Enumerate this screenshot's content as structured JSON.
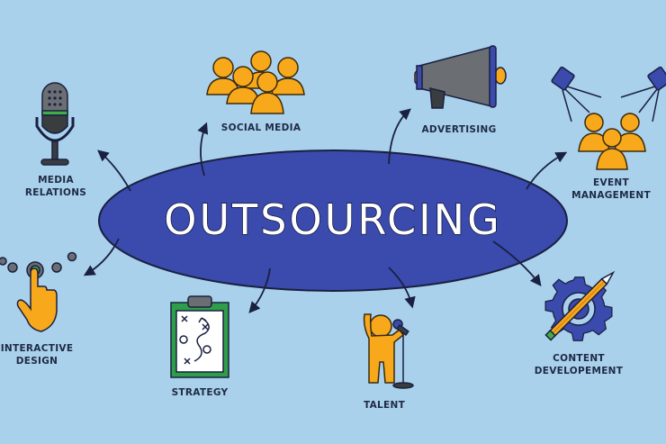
{
  "diagram": {
    "title": "OUTSOURCING",
    "colors": {
      "background": "#a9d1ec",
      "ellipse_fill": "#3a4aad",
      "ellipse_stroke": "#1a2040",
      "title_text": "#ffffff",
      "label_text": "#1f2a44",
      "people_orange": "#f7a81b",
      "gear_blue": "#3a4aad",
      "clipboard_green": "#2e9e4a",
      "arrow": "#1a2040"
    },
    "nodes": [
      {
        "id": "media-relations",
        "label": "MEDIA\nRELATIONS",
        "icon": "microphone-icon"
      },
      {
        "id": "social-media",
        "label": "SOCIAL MEDIA",
        "icon": "people-group-icon"
      },
      {
        "id": "advertising",
        "label": "ADVERTISING",
        "icon": "megaphone-icon"
      },
      {
        "id": "event-management",
        "label": "EVENT\nMANAGEMENT",
        "icon": "spotlight-audience-icon"
      },
      {
        "id": "interactive-design",
        "label": "INTERACTIVE\nDESIGN",
        "icon": "hand-pointer-button-icon"
      },
      {
        "id": "strategy",
        "label": "STRATEGY",
        "icon": "clipboard-strategy-icon"
      },
      {
        "id": "talent",
        "label": "TALENT",
        "icon": "singer-microphone-icon"
      },
      {
        "id": "content-development",
        "label": "CONTENT\nDEVELOPEMENT",
        "icon": "gear-pencil-icon"
      }
    ]
  }
}
